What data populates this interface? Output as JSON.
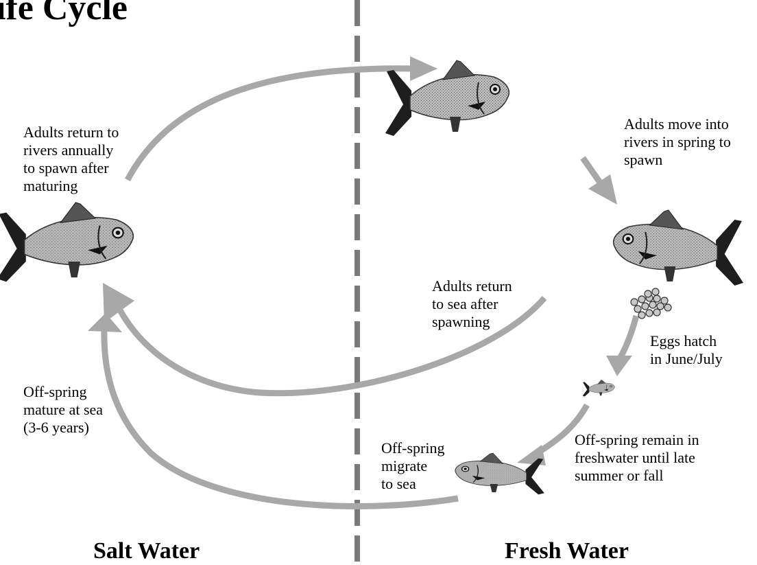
{
  "title": "ife Cycle",
  "zones": {
    "salt": "Salt Water",
    "fresh": "Fresh Water"
  },
  "labels": {
    "adults_return_rivers": [
      "Adults return to",
      "rivers annually",
      "to spawn after",
      "maturing"
    ],
    "adults_move_rivers": [
      "Adults move into",
      "rivers in spring to",
      "spawn"
    ],
    "adults_return_sea": [
      "Adults return",
      "to sea after",
      "spawning"
    ],
    "eggs_hatch": [
      "Eggs hatch",
      "in June/July"
    ],
    "offspring_mature": [
      "Off-spring",
      "mature at sea",
      "(3-6 years)"
    ],
    "offspring_remain": [
      "Off-spring remain in",
      "freshwater until late",
      "summer or  fall"
    ],
    "offspring_migrate": [
      "Off-spring",
      "migrate",
      "to sea"
    ]
  },
  "colors": {
    "arrow": "#a8a8a8",
    "fish_body": "#c4c4c4",
    "fish_dark": "#2a2a2a",
    "divider": "#7a7a7a"
  }
}
